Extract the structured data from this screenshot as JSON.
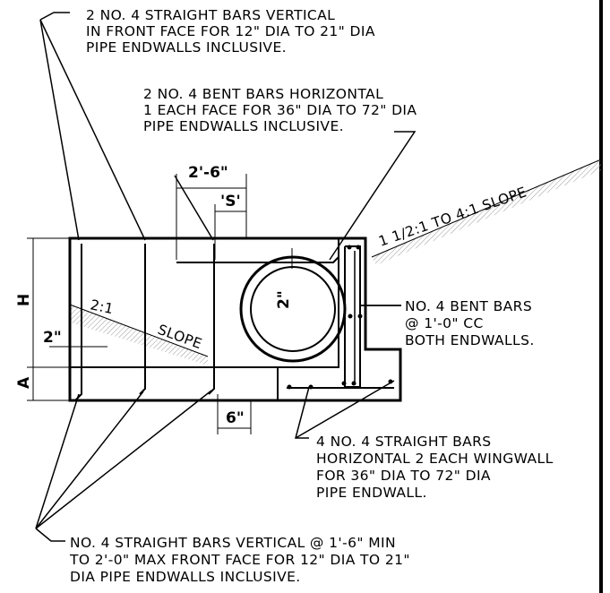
{
  "notes": {
    "top_vertical_bars": [
      "2 NO. 4 STRAIGHT BARS VERTICAL",
      "IN FRONT FACE FOR 12\" DIA TO 21\" DIA",
      "PIPE ENDWALLS INCLUSIVE."
    ],
    "bent_bars_horizontal": [
      "2 NO. 4 BENT BARS HORIZONTAL",
      "1 EACH FACE FOR 36\" DIA TO 72\" DIA",
      "PIPE ENDWALLS INCLUSIVE."
    ],
    "bent_bars_endwalls": [
      "NO. 4 BENT BARS",
      "@ 1'-0\" CC",
      "BOTH ENDWALLS."
    ],
    "wingwall_bars": [
      "4 NO. 4 STRAIGHT BARS",
      "HORIZONTAL 2 EACH WINGWALL",
      "FOR 36\" DIA TO 72\" DIA",
      "PIPE ENDWALL."
    ],
    "bottom_vertical_bars": [
      "NO. 4 STRAIGHT BARS VERTICAL @ 1'-6\" MIN",
      "TO 2'-0\" MAX FRONT FACE FOR 12\" DIA TO 21\"",
      "DIA PIPE ENDWALLS INCLUSIVE."
    ]
  },
  "dimensions": {
    "width_top": "2'-6\"",
    "spacing_s": "'S'",
    "cover_2in_pipe": "2\"",
    "cover_2in_left": "2\"",
    "bottom_6in": "6\"",
    "height_h": "H",
    "height_a": "A"
  },
  "slopes": {
    "right_slope": "1 1/2:1 TO 4:1 SLOPE",
    "left_ratio": "2:1",
    "left_word": "SLOPE"
  }
}
